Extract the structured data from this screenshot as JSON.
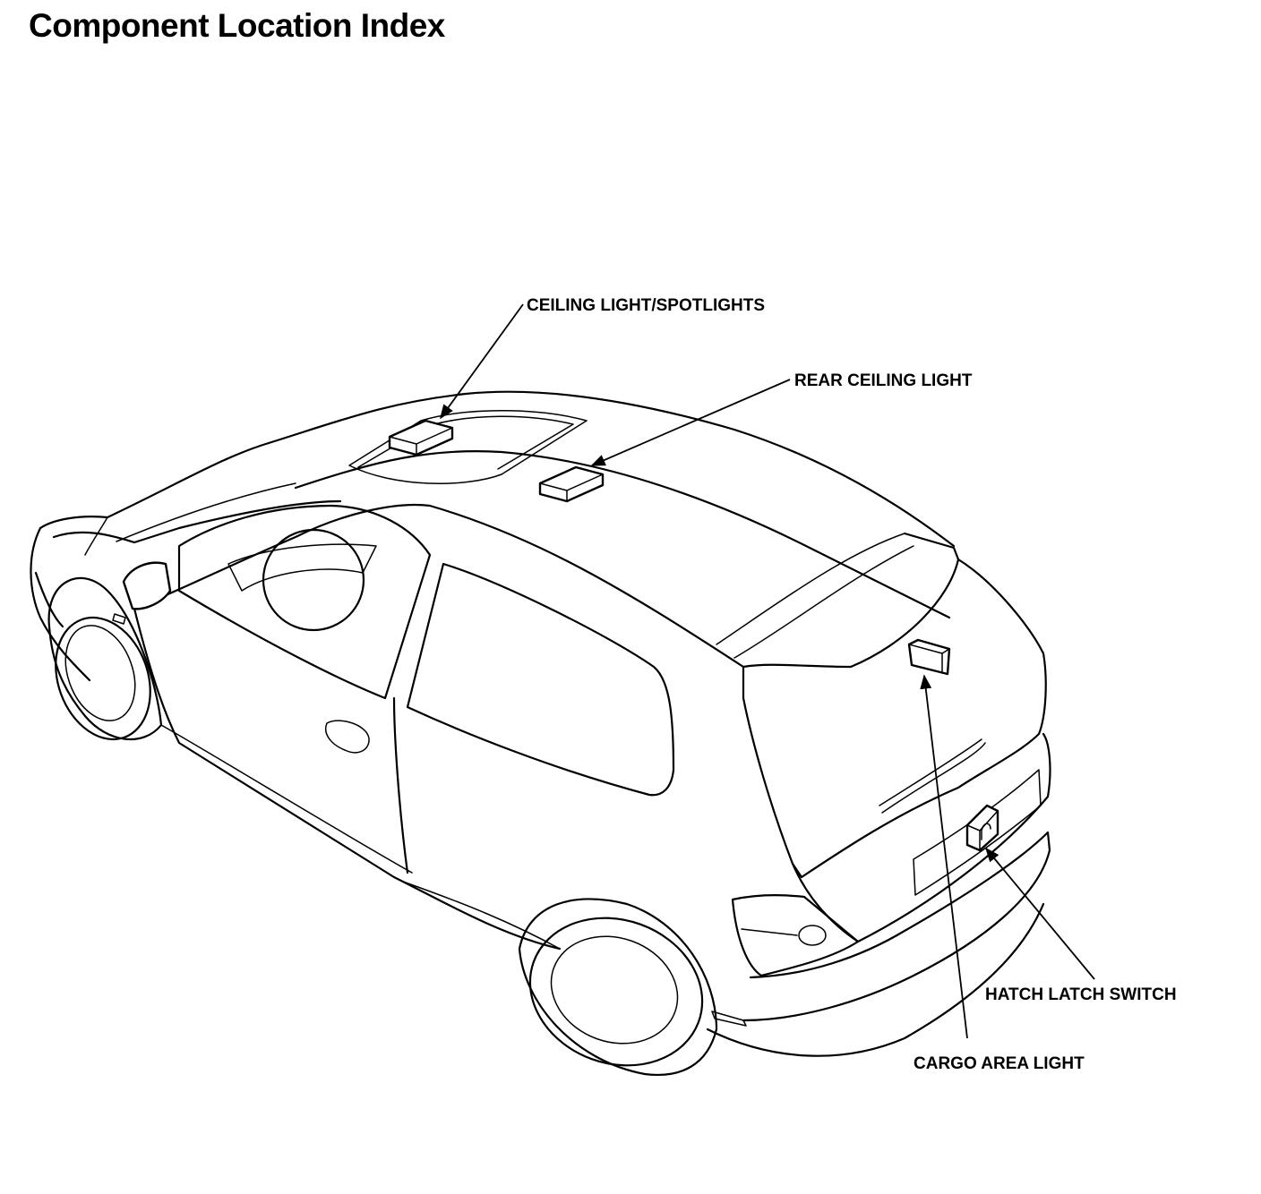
{
  "page": {
    "title": "Component Location Index"
  },
  "callouts": {
    "ceiling_light": "CEILING LIGHT/SPOTLIGHTS",
    "rear_ceiling_light": "REAR CEILING LIGHT",
    "hatch_latch_switch": "HATCH LATCH SWITCH",
    "cargo_area_light": "CARGO AREA LIGHT"
  },
  "colors": {
    "line": "#000000",
    "background": "#ffffff"
  }
}
